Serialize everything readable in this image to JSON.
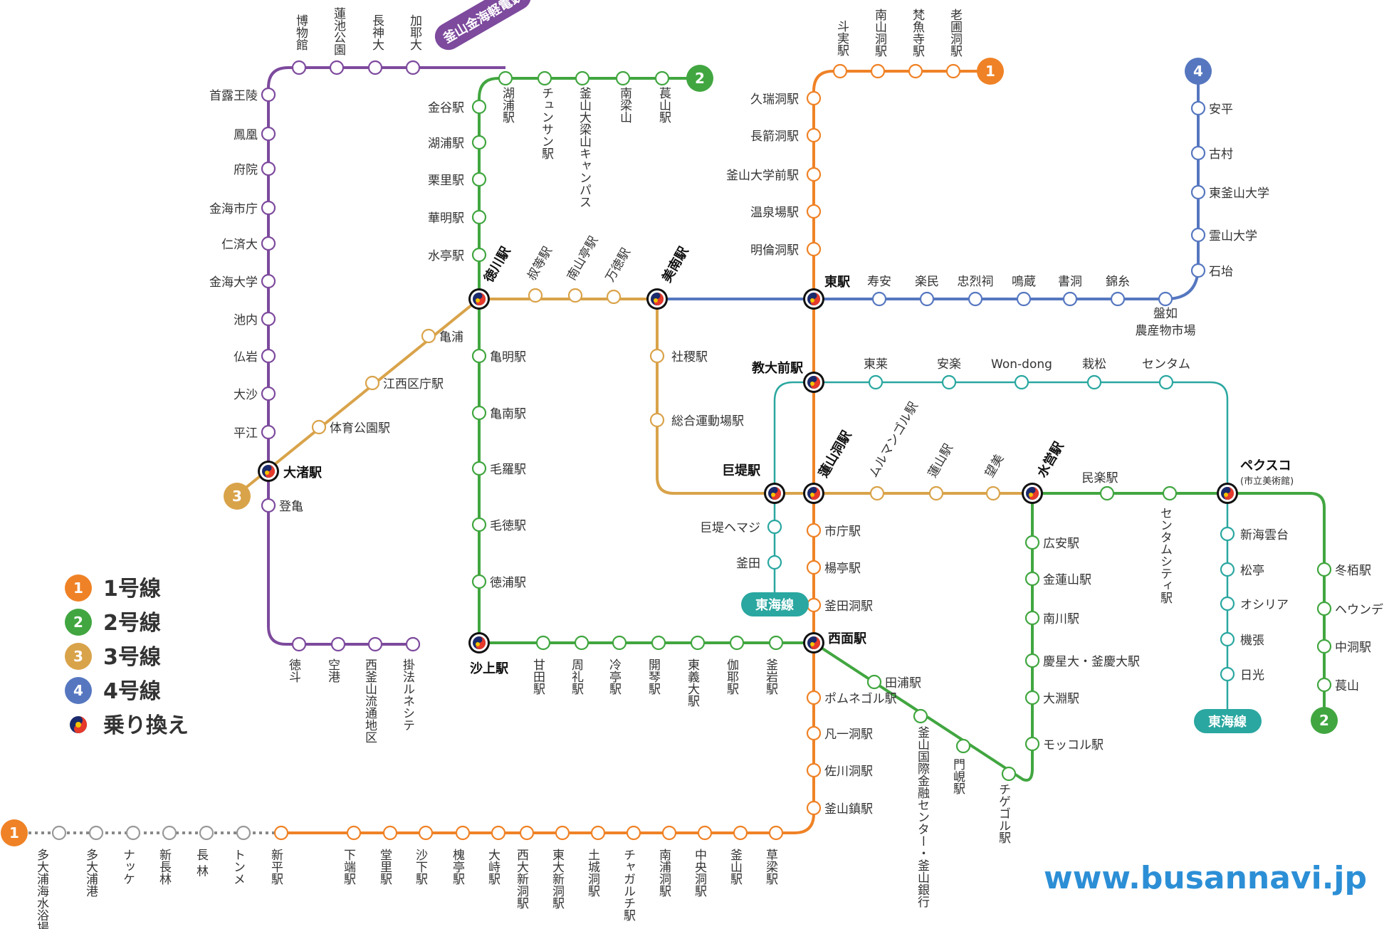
{
  "lines": {
    "l1": {
      "label": "1号線",
      "badge": "1",
      "color": "#ef8226"
    },
    "l2": {
      "label": "2号線",
      "badge": "2",
      "color": "#41a640"
    },
    "l3": {
      "label": "3号線",
      "badge": "3",
      "color": "#d9a34a"
    },
    "l4": {
      "label": "4号線",
      "badge": "4",
      "color": "#5677c0"
    },
    "transfer": {
      "label": "乗り換え"
    },
    "donghae": {
      "label": "東海線",
      "color": "#2aa7a0"
    },
    "gimhae": {
      "label": "釜山金海軽電鉄",
      "color": "#7d4a9d"
    },
    "url": "www.busannavi.jp"
  },
  "stations": {
    "s1": "斗実駅",
    "s2": "南山洞駅",
    "s3": "梵魚寺駅",
    "s4": "老圃洞駅",
    "s5": "久瑞洞駅",
    "s6": "長箭洞駅",
    "s7": "釜山大学前駅",
    "s8": "温泉場駅",
    "s9": "明倫洞駅",
    "s10": "東駅",
    "s11": "教大前駅",
    "s12": "蓮山洞駅",
    "s13": "市庁駅",
    "s14": "楊亭駅",
    "s15": "釜田洞駅",
    "s16": "西面駅",
    "s17": "ポムネゴル駅",
    "s18": "凡一洞駅",
    "s19": "佐川洞駅",
    "s20": "釜山鎮駅",
    "s21": "草梁駅",
    "s22": "釜山駅",
    "s23": "中央洞駅",
    "s24": "南浦洞駅",
    "s25": "チャガルチ駅",
    "s26": "土城洞駅",
    "s27": "東大新洞駅",
    "s28": "西大新洞駅",
    "s29": "大峙駅",
    "s30": "槐亭駅",
    "s31": "沙下駅",
    "s32": "堂里駅",
    "s33": "下端駅",
    "s34": "新平駅",
    "s35": "トンメ",
    "s36": "長 林",
    "s37": "新長林",
    "s38": "ナッケ",
    "s39": "多大浦港",
    "s40": "多大浦海水浴場",
    "t1": "萇山駅",
    "t2": "南梁山",
    "t3": "釜山大梁山キャンパス",
    "t4": "チュンサン駅",
    "t5": "湖浦駅",
    "t6": "金谷駅",
    "t7": "湖浦駅",
    "t8": "栗里駅",
    "t9": "華明駅",
    "t10": "水亭駅",
    "t11": "徳川駅",
    "t12": "亀明駅",
    "t13": "亀南駅",
    "t14": "毛羅駅",
    "t15": "毛徳駅",
    "t16": "徳浦駅",
    "t17": "沙上駅",
    "t18": "甘田駅",
    "t19": "周礼駅",
    "t20": "冷亭駅",
    "t21": "開琴駅",
    "t22": "東義大駅",
    "t23": "伽耶駅",
    "t24": "釜岩駅",
    "t25": "田浦駅",
    "t26": "釜山国際金融センター・釜山銀行",
    "t27": "門峴駅",
    "t28": "チゲゴル駅",
    "t29": "水営駅",
    "t30": "民楽駅",
    "t31": "センタムシティ駅",
    "t32": "ペクスコ",
    "t33": "(市立美術館)",
    "t34": "冬栢駅",
    "t35": "ヘウンデ",
    "t36": "中洞駅",
    "t37": "萇山",
    "u1": "大渚駅",
    "u2": "江西区庁駅",
    "u3": "体育公園駅",
    "u4": "亀浦",
    "u5": "徳川駅",
    "u6": "叔等駅",
    "u7": "南山亭駅",
    "u8": "万徳駅",
    "u9": "美南駅",
    "u10": "社稷駅",
    "u11": "総合運動場駅",
    "u12": "巨堤駅",
    "u13": "ムルマンゴル駅",
    "u14": "蓮山駅",
    "u15": "望美",
    "u16": "広安駅",
    "u17": "金蓮山駅",
    "u18": "南川駅",
    "u19": "慶星大・釜慶大駅",
    "u20": "大淵駅",
    "u21": "モッコル駅",
    "v1": "安平",
    "v2": "古村",
    "v3": "東釜山大学",
    "v4": "霊山大学",
    "v5": "石坮",
    "v6": "寿安",
    "v7": "楽民",
    "v8": "忠烈祠",
    "v9": "鳴蔵",
    "v10": "書洞",
    "v11": "錦糸",
    "v12": "盤如",
    "v13": "農産物市場",
    "w1": "東莱",
    "w2": "安楽",
    "w3": "Won-dong",
    "w4": "栽松",
    "w5": "センタム",
    "w6": "巨堤ヘマジ",
    "w7": "釜田",
    "w8": "新海雲台",
    "w9": "松亭",
    "w10": "オシリア",
    "w11": "機張",
    "w12": "日光",
    "g1": "加耶大",
    "g2": "長神大",
    "g3": "蓮池公園",
    "g4": "博物館",
    "g5": "首露王陵",
    "g6": "鳳凰",
    "g7": "府院",
    "g8": "金海市庁",
    "g9": "仁済大",
    "g10": "金海大学",
    "g11": "池内",
    "g12": "仏岩",
    "g13": "大沙",
    "g14": "平江",
    "g15": "登亀",
    "g16": "徳斗",
    "g17": "空港",
    "g18": "西釜山流通地区",
    "g19": "掛法ルネシテ"
  }
}
